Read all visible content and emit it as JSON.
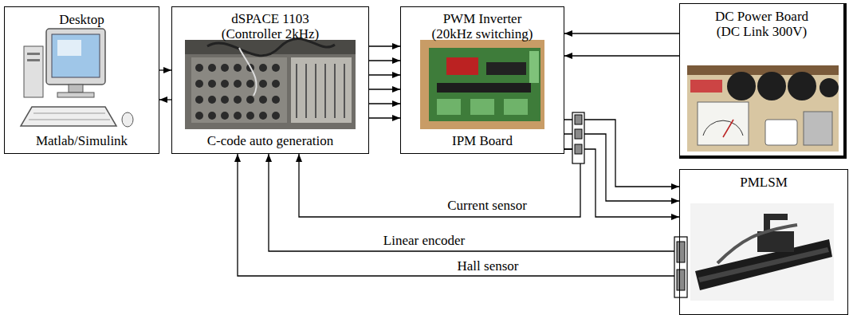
{
  "diagram": {
    "nodes": [
      {
        "text": [
          "Desktop",
          "Matlab/Simulink"
        ]
      },
      {
        "text": [
          "dSPACE 1103 (Controller 2kHz)",
          "C-code auto generation"
        ]
      },
      {
        "text": [
          "PWM Inverter (20kHz switching)",
          "IPM Board"
        ]
      },
      {
        "text": [
          "DC Power Board (DC Link 300V)"
        ]
      },
      {
        "text": [
          "PMLSM"
        ]
      }
    ],
    "edges": [
      {
        "from": 0,
        "to": 1,
        "arrow": "to"
      },
      {
        "from": 1,
        "to": 0,
        "arrow": "to"
      },
      {
        "from": 1,
        "to": 2,
        "arrow": "to"
      },
      {
        "from": 1,
        "to": 2,
        "arrow": "to"
      },
      {
        "from": 1,
        "to": 2,
        "arrow": "to"
      },
      {
        "from": 1,
        "to": 2,
        "arrow": "to"
      },
      {
        "from": 1,
        "to": 2,
        "arrow": "to"
      },
      {
        "from": 1,
        "to": 2,
        "arrow": "to"
      },
      {
        "from": 3,
        "to": 2,
        "arrow": "to"
      },
      {
        "from": 3,
        "to": 2,
        "arrow": "to"
      },
      {
        "from": 2,
        "to": 4,
        "arrow": "to"
      },
      {
        "from": 2,
        "to": 4,
        "arrow": "to"
      },
      {
        "from": 2,
        "to": 4,
        "arrow": "to"
      },
      {
        "from": 2,
        "to": 1,
        "label": "Current sensor",
        "arrow": "to"
      },
      {
        "from": 4,
        "to": 1,
        "label": "Linear encoder",
        "arrow": "to"
      },
      {
        "from": 4,
        "to": 1,
        "label": "Hall sensor",
        "arrow": "to"
      }
    ]
  }
}
